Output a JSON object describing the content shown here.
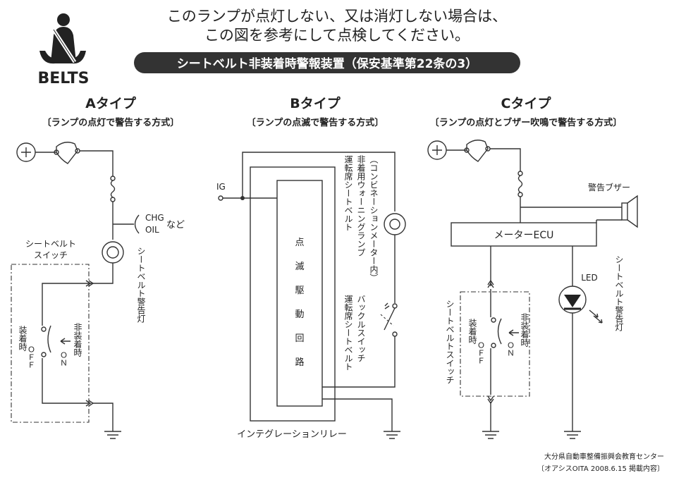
{
  "header": {
    "line1": "このランプが点灯しない、又は消灯しない場合は、",
    "line2": "この図を参考にして点検してください。",
    "banner": "シートベルト非装着時警報装置（保安基準第22条の3）",
    "logo_text": "BELTS"
  },
  "type_a": {
    "title": "Aタイプ",
    "subtitle": "〔ランプの点灯で警告する方式〕",
    "chg": "CHG",
    "oil": "OIL",
    "nado": "など",
    "switch_label_1": "シートベルト",
    "switch_label_2": "スイッチ",
    "warning_lamp": "シートベルト警告灯",
    "fastened": "装着時",
    "off": "ＯＦＦ",
    "unfastened": "非装着時",
    "on": "ＯＮ"
  },
  "type_b": {
    "title": "Bタイプ",
    "subtitle": "〔ランプの点滅で警告する方式〕",
    "ig": "IG",
    "driver": [
      "点",
      "滅",
      "駆",
      "動",
      "回",
      "路"
    ],
    "lamp_col1": "（コンビネーションメーター内）",
    "lamp_col2": "非着用ウォーニングランプ",
    "lamp_col3": "運転席シートベルト",
    "buckle_col1": "バックルスイッチ",
    "buckle_col2": "運転席シートベルト",
    "relay": "インテグレーションリレー"
  },
  "type_c": {
    "title": "Cタイプ",
    "subtitle": "〔ランプの点灯とブザー吹鳴で警告する方式〕",
    "buzzer": "警告ブザー",
    "ecu": "メーターECU",
    "led": "LED",
    "warning_lamp": "シートベルト警告灯",
    "switch": "シートベルトスイッチ",
    "fastened": "装着時",
    "off": "ＯＦＦ",
    "unfastened": "非装着時",
    "on": "ＯＮ"
  },
  "footer": {
    "line1": "大分県自動車整備振興会教育センター",
    "line2": "〔オアシスOITA 2008.6.15 掲載内容〕"
  },
  "colors": {
    "banner": "#333333",
    "line": "#333333",
    "background": "#ffffff"
  }
}
